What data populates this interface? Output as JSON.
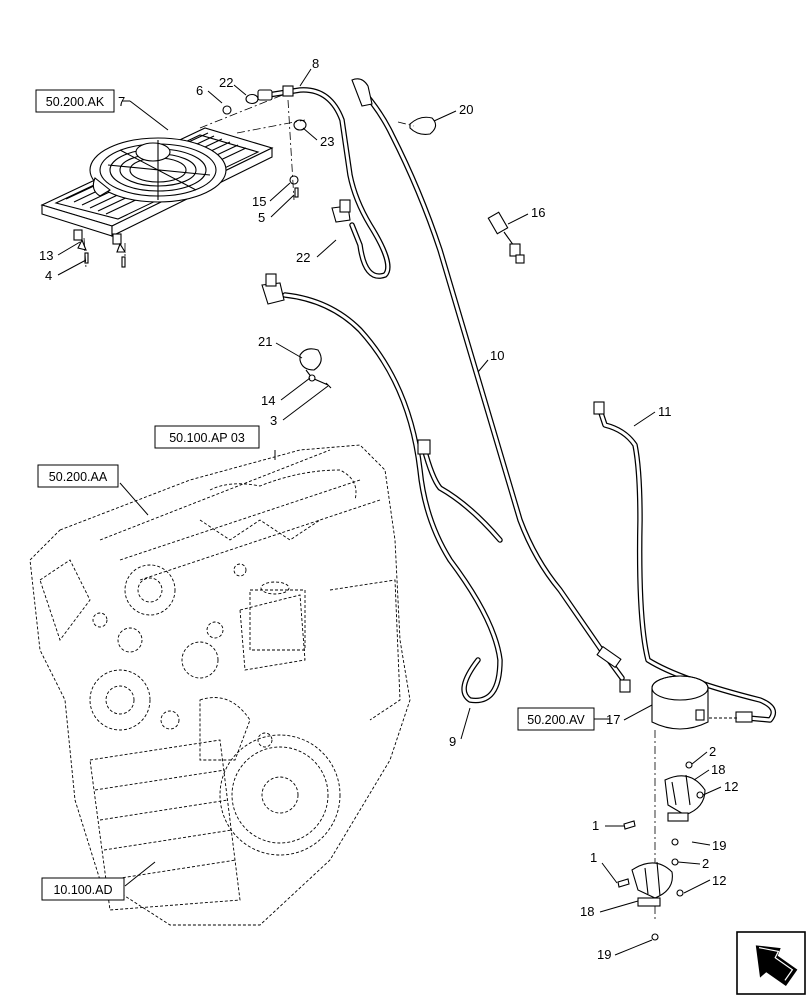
{
  "reference_labels": [
    {
      "id": "ak",
      "text": "50.200.AK"
    },
    {
      "id": "ap",
      "text": "50.100.AP 03"
    },
    {
      "id": "aa",
      "text": "50.200.AA"
    },
    {
      "id": "av",
      "text": "50.200.AV"
    },
    {
      "id": "ad",
      "text": "10.100.AD"
    }
  ],
  "callouts": [
    {
      "id": "c7",
      "text": "7"
    },
    {
      "id": "c6",
      "text": "6"
    },
    {
      "id": "c22a",
      "text": "22"
    },
    {
      "id": "c8",
      "text": "8"
    },
    {
      "id": "c20",
      "text": "20"
    },
    {
      "id": "c23",
      "text": "23"
    },
    {
      "id": "c15",
      "text": "15"
    },
    {
      "id": "c5",
      "text": "5"
    },
    {
      "id": "c16",
      "text": "16"
    },
    {
      "id": "c13",
      "text": "13"
    },
    {
      "id": "c4",
      "text": "4"
    },
    {
      "id": "c22b",
      "text": "22"
    },
    {
      "id": "c10",
      "text": "10"
    },
    {
      "id": "c21",
      "text": "21"
    },
    {
      "id": "c14",
      "text": "14"
    },
    {
      "id": "c3",
      "text": "3"
    },
    {
      "id": "c11",
      "text": "11"
    },
    {
      "id": "c9",
      "text": "9"
    },
    {
      "id": "c17",
      "text": "17"
    },
    {
      "id": "c2a",
      "text": "2"
    },
    {
      "id": "c18a",
      "text": "18"
    },
    {
      "id": "c12a",
      "text": "12"
    },
    {
      "id": "c1a",
      "text": "1"
    },
    {
      "id": "c19a",
      "text": "19"
    },
    {
      "id": "c1b",
      "text": "1"
    },
    {
      "id": "c2b",
      "text": "2"
    },
    {
      "id": "c12b",
      "text": "12"
    },
    {
      "id": "c18b",
      "text": "18"
    },
    {
      "id": "c19b",
      "text": "19"
    }
  ],
  "icons": {
    "view_orientation": "view-direction-arrow-icon"
  }
}
